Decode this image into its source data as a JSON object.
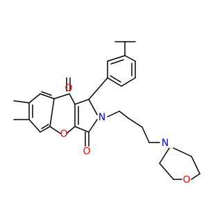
{
  "molecule": {
    "atom_labels": {
      "ketone_oxygen": "O",
      "pyran_oxygen": "O",
      "lactam_oxygen": "O",
      "pyrrolidine_nitrogen": "N",
      "morpholine_nitrogen": "N",
      "morpholine_oxygen": "O"
    },
    "colors": {
      "bond": "#000000",
      "oxygen": "#ff0000",
      "nitrogen": "#0000ff",
      "background": "#ffffff"
    }
  }
}
